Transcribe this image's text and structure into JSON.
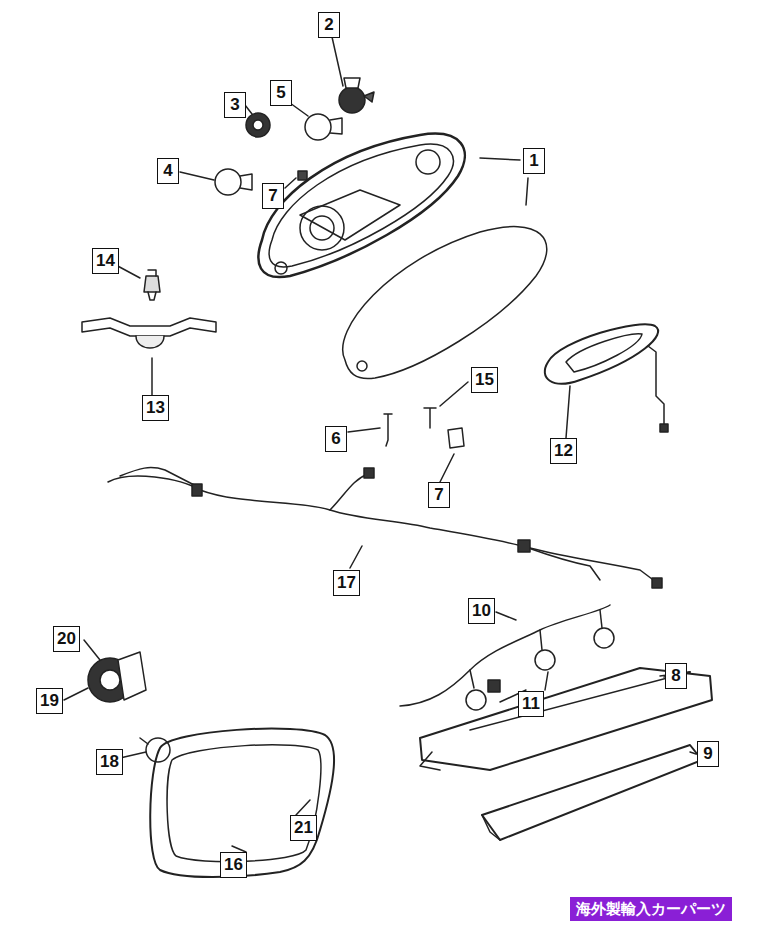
{
  "diagram": {
    "labels": [
      "2",
      "3",
      "5",
      "4",
      "7",
      "1",
      "14",
      "13",
      "15",
      "6",
      "7",
      "12",
      "17",
      "10",
      "20",
      "8",
      "19",
      "11",
      "18",
      "9",
      "21",
      "16",
      "海外製輸入カーパーツ"
    ]
  }
}
